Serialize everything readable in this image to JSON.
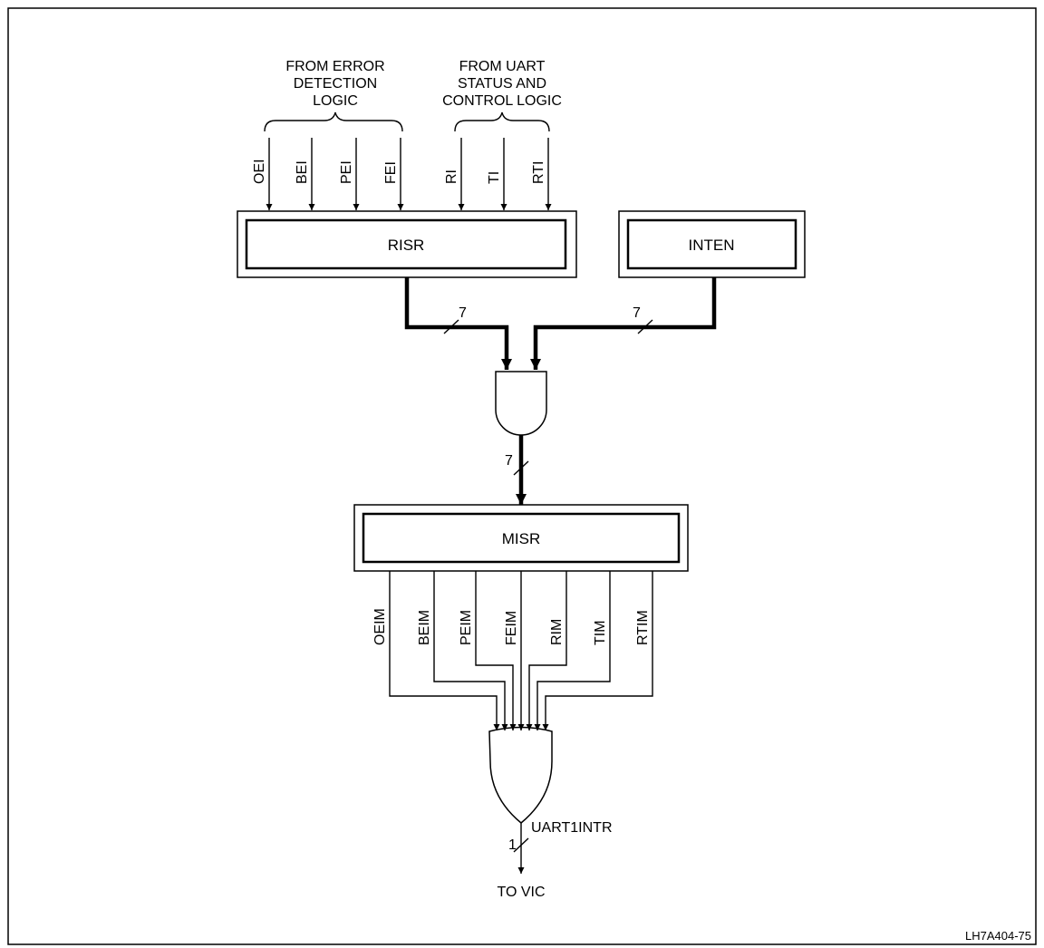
{
  "groups": {
    "error_detection": [
      "FROM ERROR",
      "DETECTION",
      "LOGIC"
    ],
    "uart_status": [
      "FROM UART",
      "STATUS AND",
      "CONTROL LOGIC"
    ]
  },
  "inputs": [
    "OEI",
    "BEI",
    "PEI",
    "FEI",
    "RI",
    "TI",
    "RTI"
  ],
  "registers": {
    "risr": "RISR",
    "inten": "INTEN",
    "misr": "MISR"
  },
  "bus_widths": {
    "risr_to_and": "7",
    "inten_to_and": "7",
    "and_to_misr": "7",
    "or_out": "1"
  },
  "masked_outputs": [
    "OEIM",
    "BEIM",
    "PEIM",
    "FEIM",
    "RIM",
    "TIM",
    "RTIM"
  ],
  "output": {
    "signal": "UART1INTR",
    "destination": "TO VIC"
  },
  "figure_id": "LH7A404-75"
}
